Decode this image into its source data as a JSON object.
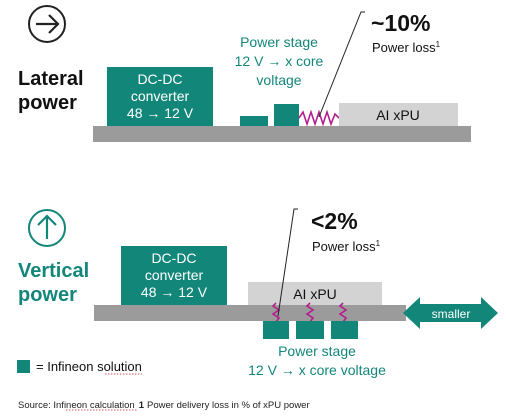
{
  "colors": {
    "teal": "#13867a",
    "board": "#9b9b9b",
    "chip": "#d3d3d3",
    "trace": "#b41e8c",
    "dark": "#222222"
  },
  "lateral": {
    "label_line1": "Lateral",
    "label_line2": "power",
    "direction_icon": "arrow-right-icon",
    "converter_line1": "DC-DC",
    "converter_line2": "converter",
    "converter_line3": "48 → 12 V",
    "power_stage_line1": "Power stage",
    "power_stage_line2": "12 V → x core",
    "power_stage_line3": "voltage",
    "xpu_label": "AI xPU",
    "loss_value": "~10%",
    "loss_label": "Power loss",
    "loss_footnote": "1"
  },
  "vertical": {
    "label_line1": "Vertical",
    "label_line2": "power",
    "direction_icon": "arrow-up-icon",
    "converter_line1": "DC-DC",
    "converter_line2": "converter",
    "converter_line3": "48 → 12 V",
    "xpu_label": "AI xPU",
    "loss_value": "<2%",
    "loss_label": "Power loss",
    "loss_footnote": "1",
    "power_stage_line1": "Power stage",
    "power_stage_line2": "12 V → x core voltage",
    "smaller_label": "smaller",
    "smaller_icon": "double-arrow-icon"
  },
  "legend": {
    "label": "= Infineon solution"
  },
  "footnote": {
    "prefix": "Source: Infineon calculation",
    "number": "1",
    "text": "Power delivery loss in % of xPU power"
  }
}
